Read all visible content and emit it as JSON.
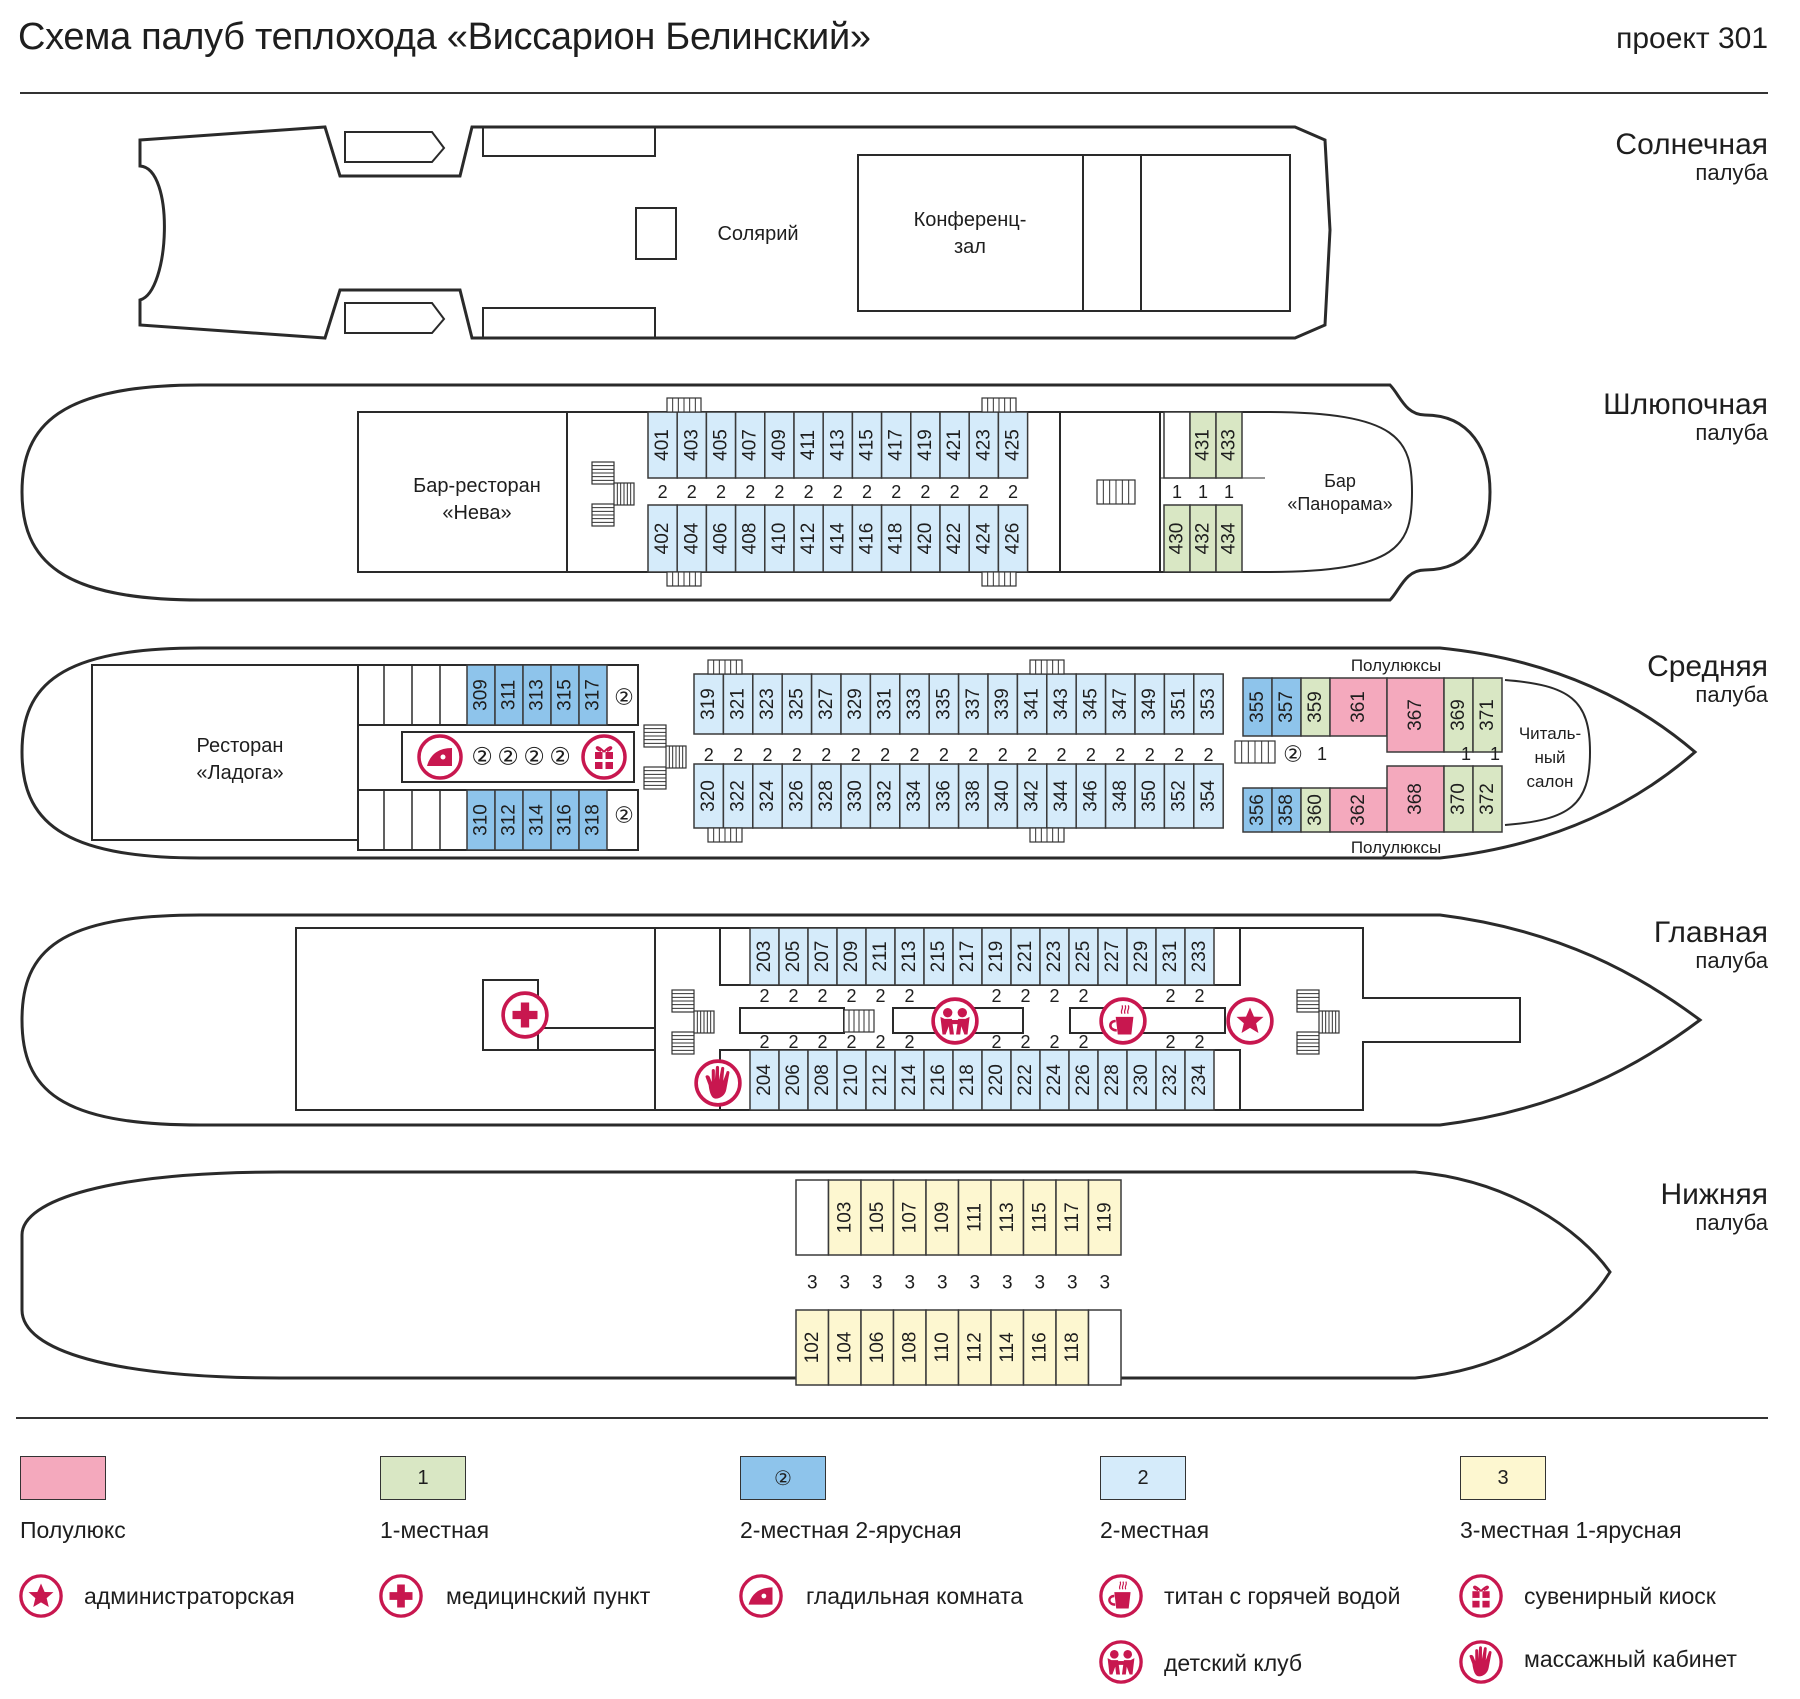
{
  "header": {
    "title": "Схема палуб теплохода «Виссарион Белинский»",
    "project": "проект 301"
  },
  "colors": {
    "semi_lux": "#f4a9bd",
    "single": "#d9e7c4",
    "double_bunk": "#8ec4eb",
    "double": "#d5ebfa",
    "triple": "#fdf7d0",
    "accent": "#c8174f",
    "outline": "#2a2a2a"
  },
  "decks": {
    "sun": {
      "name": "Солнечная",
      "suffix": "палуба",
      "rooms": {
        "solarium": "Солярий",
        "conference_1": "Конференц-",
        "conference_2": "зал"
      }
    },
    "boat": {
      "name": "Шлюпочная",
      "suffix": "палуба",
      "rooms": {
        "bar_restaurant_1": "Бар-ресторан",
        "bar_restaurant_2": "«Нева»",
        "bar_1": "Бар",
        "bar_2": "«Панорама»"
      },
      "cabins_top": [
        "401",
        "403",
        "405",
        "407",
        "409",
        "411",
        "413",
        "415",
        "417",
        "419",
        "421",
        "423",
        "425"
      ],
      "cabins_bottom": [
        "402",
        "404",
        "406",
        "408",
        "410",
        "412",
        "414",
        "416",
        "418",
        "420",
        "422",
        "424",
        "426"
      ],
      "cabins_double_type": "double",
      "corridor_marks": [
        "2",
        "2",
        "2",
        "2",
        "2",
        "2",
        "2",
        "2",
        "2",
        "2",
        "2",
        "2",
        "2"
      ],
      "single_top": [
        "431",
        "433"
      ],
      "single_bottom": [
        "430",
        "432",
        "434"
      ],
      "single_marks": [
        "1",
        "1",
        "1"
      ]
    },
    "middle": {
      "name": "Средняя",
      "suffix": "палуба",
      "rooms": {
        "restaurant_1": "Ресторан",
        "restaurant_2": "«Ладога»",
        "reading_1": "Читаль-",
        "reading_2": "ный",
        "reading_3": "салон",
        "semi_lux_top": "Полулюксы",
        "semi_lux_bottom": "Полулюксы"
      },
      "bunk_top": [
        "309",
        "311",
        "313",
        "315",
        "317"
      ],
      "bunk_bottom": [
        "310",
        "312",
        "314",
        "316",
        "318"
      ],
      "bunk_center_marks": [
        "②",
        "②",
        "②",
        "②"
      ],
      "bunk_side_mark": "②",
      "center_top": [
        "319",
        "321",
        "323",
        "325",
        "327",
        "329",
        "331",
        "333",
        "335",
        "337",
        "339",
        "341",
        "343",
        "345",
        "347",
        "349",
        "351",
        "353"
      ],
      "center_bottom": [
        "320",
        "322",
        "324",
        "326",
        "328",
        "330",
        "332",
        "334",
        "336",
        "338",
        "340",
        "342",
        "344",
        "346",
        "348",
        "350",
        "352",
        "354"
      ],
      "center_marks": [
        "2",
        "2",
        "2",
        "2",
        "2",
        "2",
        "2",
        "2",
        "2",
        "2",
        "2",
        "2",
        "2",
        "2",
        "2",
        "2",
        "2",
        "2"
      ],
      "fore_top": [
        {
          "no": "355",
          "type": "double_bunk"
        },
        {
          "no": "357",
          "type": "double_bunk"
        },
        {
          "no": "359",
          "type": "single"
        },
        {
          "no": "361",
          "type": "semi_lux"
        },
        {
          "no": "367",
          "type": "semi_lux"
        },
        {
          "no": "369",
          "type": "single"
        },
        {
          "no": "371",
          "type": "single"
        }
      ],
      "fore_bottom": [
        {
          "no": "356",
          "type": "double_bunk"
        },
        {
          "no": "358",
          "type": "double_bunk"
        },
        {
          "no": "360",
          "type": "single"
        },
        {
          "no": "362",
          "type": "semi_lux"
        },
        {
          "no": "368",
          "type": "semi_lux"
        },
        {
          "no": "370",
          "type": "single"
        },
        {
          "no": "372",
          "type": "single"
        }
      ],
      "fore_marks": {
        "bunk": "②",
        "first": "1",
        "a": "1",
        "b": "1"
      }
    },
    "main": {
      "name": "Главная",
      "suffix": "палуба",
      "cabins_top": [
        "203",
        "205",
        "207",
        "209",
        "211",
        "213",
        "215",
        "217",
        "219",
        "221",
        "223",
        "225",
        "227",
        "229",
        "231",
        "233"
      ],
      "cabins_bottom": [
        "204",
        "206",
        "208",
        "210",
        "212",
        "214",
        "216",
        "218",
        "220",
        "222",
        "224",
        "226",
        "228",
        "230",
        "232",
        "234"
      ],
      "marks_top": [
        "2",
        "2",
        "2",
        "2",
        "2",
        "2",
        "",
        "",
        "2",
        "2",
        "2",
        "2",
        "",
        "",
        "2",
        "2"
      ],
      "marks_bottom": [
        "2",
        "2",
        "2",
        "2",
        "2",
        "2",
        "",
        "",
        "2",
        "2",
        "2",
        "2",
        "",
        "",
        "2",
        "2"
      ]
    },
    "lower": {
      "name": "Нижняя",
      "suffix": "палуба",
      "cabins_top": [
        "",
        "103",
        "105",
        "107",
        "109",
        "111",
        "113",
        "115",
        "117",
        "119"
      ],
      "cabins_bottom": [
        "102",
        "104",
        "106",
        "108",
        "110",
        "112",
        "114",
        "116",
        "118",
        ""
      ],
      "marks": [
        "3",
        "3",
        "3",
        "3",
        "3",
        "3",
        "3",
        "3",
        "3",
        "3"
      ]
    }
  },
  "legend": {
    "categories": [
      {
        "key": "semi_lux",
        "box_text": "",
        "label": "Полулюкс"
      },
      {
        "key": "single",
        "box_text": "1",
        "label": "1-местная"
      },
      {
        "key": "double_bunk",
        "box_text": "②",
        "label": "2-местная 2-ярусная"
      },
      {
        "key": "double",
        "box_text": "2",
        "label": "2-местная"
      },
      {
        "key": "triple",
        "box_text": "3",
        "label": "3-местная 1-ярусная"
      }
    ],
    "facilities": [
      {
        "icon": "star-icon",
        "label": "администраторская"
      },
      {
        "icon": "medical-cross-icon",
        "label": "медицинский пункт"
      },
      {
        "icon": "iron-icon",
        "label": "гладильная комната"
      },
      {
        "icon": "hot-cup-icon",
        "label": "титан с горячей водой"
      },
      {
        "icon": "gift-icon",
        "label": "сувенирный киоск"
      },
      {
        "icon": "kids-icon",
        "label": "детский клуб"
      },
      {
        "icon": "hand-icon",
        "label": "массажный кабинет"
      }
    ]
  }
}
